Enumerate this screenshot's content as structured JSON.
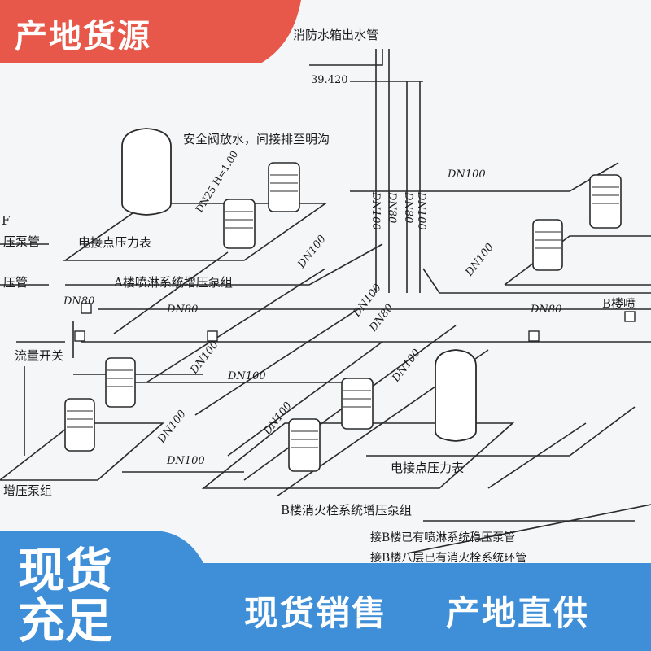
{
  "badge": {
    "text": "产地货源",
    "color": "#e8584a"
  },
  "banner": {
    "stock_line1": "现货",
    "stock_line2": "充足",
    "slogan_left": "现货销售",
    "slogan_right": "产地直供",
    "color": "#3f8fd8"
  },
  "diagram": {
    "labels": {
      "fire_tank_outlet": "消防水箱出水管",
      "elevation": "39.420",
      "relief_valve": "安全阀放水，间接排至明沟",
      "dn25_note": "DN25 H=1.00",
      "pump_pipe_left": "压泵管",
      "pressure_pipe": "压管",
      "pressure_gauge_a": "电接点压力表",
      "group_a": "A楼喷淋系统增压泵组",
      "flow_switch": "流量开关",
      "booster_left": "增压泵组",
      "group_b": "B楼消火栓系统增压泵组",
      "pressure_gauge_b": "电接点压力表",
      "connect_b_sprinkler": "接B楼已有喷淋系统稳压泵管",
      "connect_b_hydrant": "接B楼八层已有消火栓系统环管",
      "b_building": "B楼喷",
      "f_mark": "F"
    },
    "pipe_labels": [
      "DN100",
      "DN100",
      "DN100",
      "DN80",
      "DN80",
      "DN100",
      "DN100",
      "DN80",
      "DN100",
      "DN80",
      "DN80",
      "DN80",
      "DN100",
      "DN100",
      "DN100",
      "DN100",
      "DN100",
      "DN100"
    ]
  }
}
